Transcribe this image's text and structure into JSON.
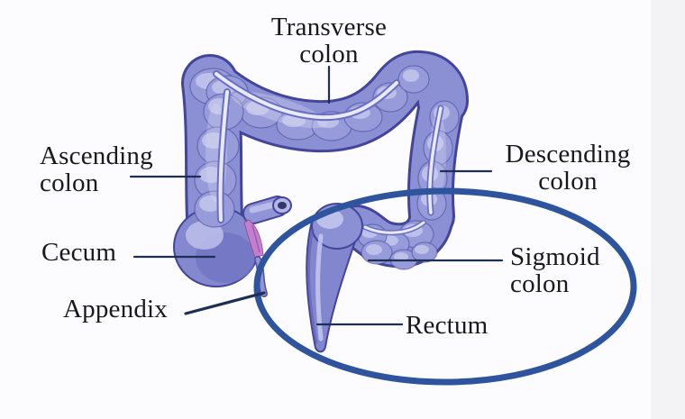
{
  "labels": {
    "transverse_colon": "Transverse colon",
    "ascending_colon": "Ascending colon",
    "descending_colon": "Descending colon",
    "cecum": "Cecum",
    "appendix": "Appendix",
    "sigmoid_colon": "Sigmoid colon",
    "rectum": "Rectum"
  },
  "colors": {
    "highlight_ellipse": "#2e549e",
    "leader_line": "#1d2f52",
    "label_text": "#18181f",
    "colon_body": "#8b8fd3",
    "colon_outline": "#43459a",
    "colon_highlight": "#c9ccee",
    "tenia_stripe": "#e9eaf8",
    "appendix_pink": "#c57fcc"
  }
}
